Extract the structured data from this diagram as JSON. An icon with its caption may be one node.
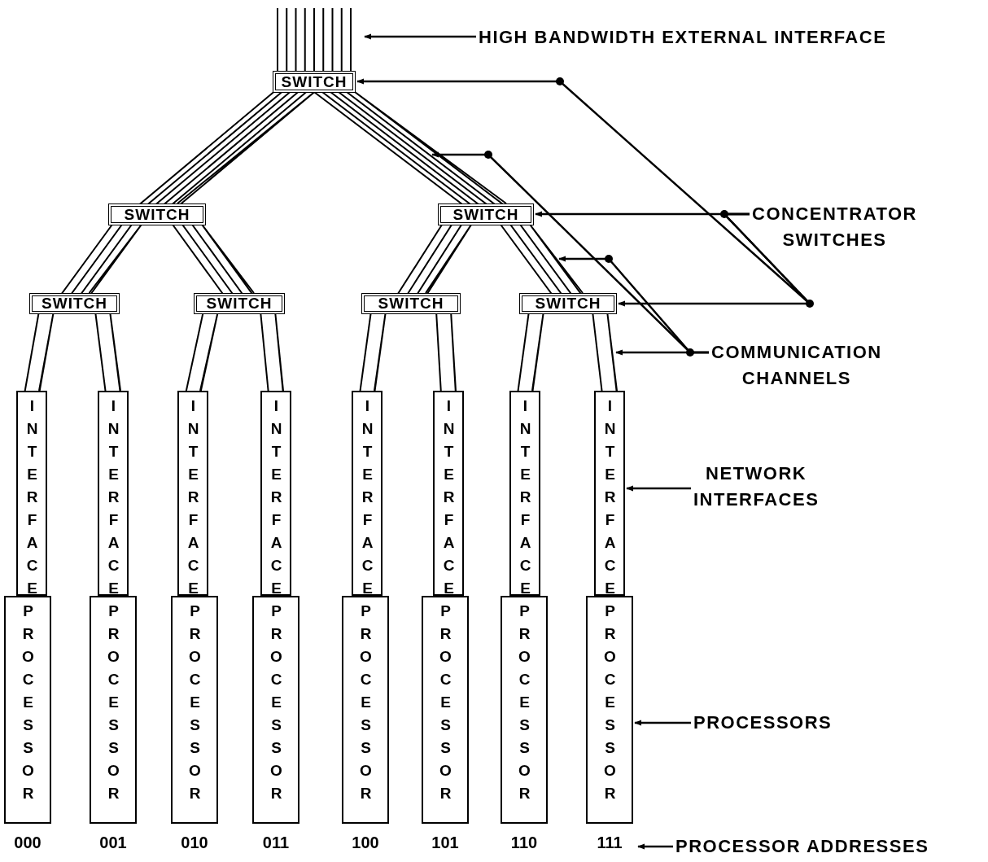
{
  "diagram": {
    "nodes": [
      {
        "text": [
          "SWITCH"
        ]
      },
      {
        "text": [
          "SWITCH"
        ]
      },
      {
        "text": [
          "SWITCH"
        ]
      },
      {
        "text": [
          "SWITCH"
        ]
      },
      {
        "text": [
          "SWITCH"
        ]
      },
      {
        "text": [
          "SWITCH"
        ]
      },
      {
        "text": [
          "SWITCH"
        ]
      },
      {
        "text": [
          "INTERFACE"
        ]
      },
      {
        "text": [
          "INTERFACE"
        ]
      },
      {
        "text": [
          "INTERFACE"
        ]
      },
      {
        "text": [
          "INTERFACE"
        ]
      },
      {
        "text": [
          "INTERFACE"
        ]
      },
      {
        "text": [
          "INTERFACE"
        ]
      },
      {
        "text": [
          "INTERFACE"
        ]
      },
      {
        "text": [
          "INTERFACE"
        ]
      },
      {
        "text": [
          "PROCESSOR"
        ]
      },
      {
        "text": [
          "PROCESSOR"
        ]
      },
      {
        "text": [
          "PROCESSOR"
        ]
      },
      {
        "text": [
          "PROCESSOR"
        ]
      },
      {
        "text": [
          "PROCESSOR"
        ]
      },
      {
        "text": [
          "PROCESSOR"
        ]
      },
      {
        "text": [
          "PROCESSOR"
        ]
      },
      {
        "text": [
          "PROCESSOR"
        ]
      },
      {
        "text": [
          "000"
        ]
      },
      {
        "text": [
          "001"
        ]
      },
      {
        "text": [
          "010"
        ]
      },
      {
        "text": [
          "011"
        ]
      },
      {
        "text": [
          "100"
        ]
      },
      {
        "text": [
          "101"
        ]
      },
      {
        "text": [
          "110"
        ]
      },
      {
        "text": [
          "111"
        ]
      },
      {
        "text": [
          "HIGH BANDWIDTH EXTERNAL INTERFACE"
        ]
      },
      {
        "text": [
          "CONCENTRATOR SWITCHES"
        ]
      },
      {
        "text": [
          "COMMUNICATION CHANNELS"
        ]
      },
      {
        "text": [
          "NETWORK INTERFACES"
        ]
      },
      {
        "text": [
          "PROCESSORS"
        ]
      },
      {
        "text": [
          "PROCESSOR ADDRESSES"
        ]
      }
    ],
    "edges": [
      {
        "from": null,
        "to": 0,
        "arrow": "none"
      },
      {
        "from": 0,
        "to": 1,
        "arrow": "none"
      },
      {
        "from": 0,
        "to": 2,
        "arrow": "none"
      },
      {
        "from": 1,
        "to": 3,
        "arrow": "none"
      },
      {
        "from": 1,
        "to": 4,
        "arrow": "none"
      },
      {
        "from": 2,
        "to": 5,
        "arrow": "none"
      },
      {
        "from": 2,
        "to": 6,
        "arrow": "none"
      },
      {
        "from": 3,
        "to": 7,
        "arrow": "none"
      },
      {
        "from": 3,
        "to": 8,
        "arrow": "none"
      },
      {
        "from": 4,
        "to": 9,
        "arrow": "none"
      },
      {
        "from": 4,
        "to": 10,
        "arrow": "none"
      },
      {
        "from": 5,
        "to": 11,
        "arrow": "none"
      },
      {
        "from": 5,
        "to": 12,
        "arrow": "none"
      },
      {
        "from": 6,
        "to": 13,
        "arrow": "none"
      },
      {
        "from": 6,
        "to": 14,
        "arrow": "none"
      },
      {
        "from": 31,
        "to": null,
        "arrow": "to"
      },
      {
        "from": 32,
        "to": 0,
        "arrow": "to"
      },
      {
        "from": 32,
        "to": 2,
        "arrow": "to"
      },
      {
        "from": 32,
        "to": 6,
        "arrow": "to"
      },
      {
        "from": 33,
        "to": null,
        "arrow": "to"
      },
      {
        "from": 33,
        "to": null,
        "arrow": "to"
      },
      {
        "from": 33,
        "to": null,
        "arrow": "to"
      },
      {
        "from": 34,
        "to": 14,
        "arrow": "to"
      },
      {
        "from": 35,
        "to": 22,
        "arrow": "to"
      },
      {
        "from": 36,
        "to": 30,
        "arrow": "to"
      }
    ]
  }
}
